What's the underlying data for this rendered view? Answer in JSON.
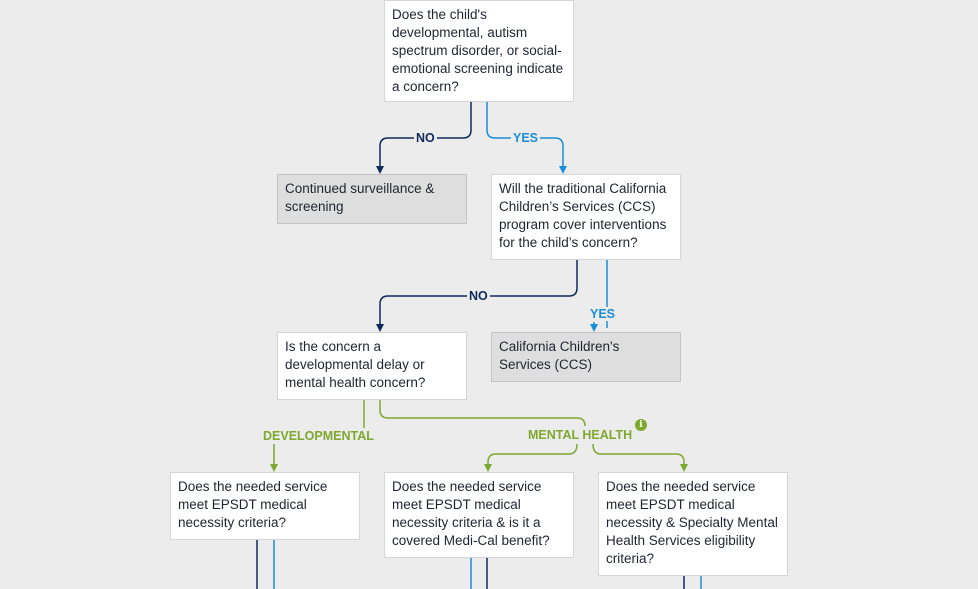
{
  "nodes": {
    "q_screening": "Does the child's developmental, autism spectrum disorder, or social-emotional screening indicate a concern?",
    "continued_surveillance": "Continued surveillance & screening",
    "q_ccs": "Will the traditional California Children’s Services (CCS) program cover interventions for the child’s concern?",
    "ccs": "California Children's Services (CCS)",
    "q_concern_type": "Is the concern a developmental delay or mental health concern?",
    "q_epsdt_dev": "Does the needed service meet EPSDT medical necessity criteria?",
    "q_epsdt_medi_cal": "Does the needed service meet EPSDT medical necessity criteria & is it a covered Medi-Cal benefit?",
    "q_epsdt_smhs": "Does the needed service meet EPSDT medical necessity & Specialty Mental Health Services eligibility criteria?"
  },
  "edge_labels": {
    "no_1": "NO",
    "yes_1": "YES",
    "no_2": "NO",
    "yes_2": "YES",
    "developmental": "DEVELOPMENTAL",
    "mental_health": "MENTAL HEALTH"
  },
  "info_icon_glyph": "i",
  "colors": {
    "no": "#0e2a5c",
    "yes": "#1a8fd8",
    "category": "#7ea82e",
    "background": "#ececec"
  }
}
